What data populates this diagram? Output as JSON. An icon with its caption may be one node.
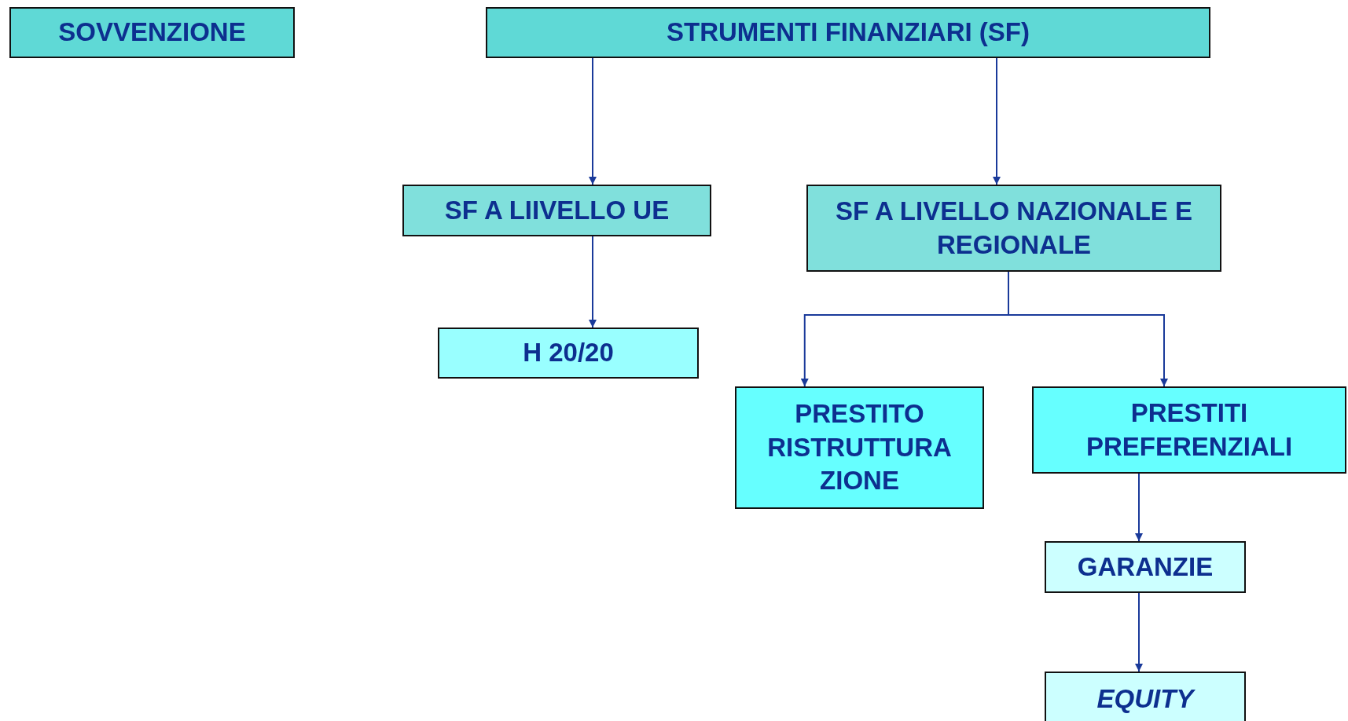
{
  "diagram": {
    "nodes": [
      {
        "text": [
          "SOVVENZIONE"
        ]
      },
      {
        "text": [
          "STRUMENTI FINANZIARI (SF)"
        ]
      },
      {
        "text": [
          "SF A LIIVELLO UE"
        ]
      },
      {
        "text": [
          "SF A LIVELLO NAZIONALE E REGIONALE"
        ]
      },
      {
        "text": [
          "H 20/20"
        ]
      },
      {
        "text": [
          "PRESTITO RISTRUTTURA ZIONE"
        ]
      },
      {
        "text": [
          "PRESTITI PREFERENZIALI"
        ]
      },
      {
        "text": [
          "GARANZIE"
        ]
      },
      {
        "text": [
          "EQUITY"
        ]
      }
    ],
    "edges": [
      {
        "from": 1,
        "to": 2,
        "arrow": "to"
      },
      {
        "from": 1,
        "to": 3,
        "arrow": "to"
      },
      {
        "from": 2,
        "to": 4,
        "arrow": "to"
      },
      {
        "from": 3,
        "to": 5,
        "arrow": "to"
      },
      {
        "from": 3,
        "to": 6,
        "arrow": "to"
      },
      {
        "from": 6,
        "to": 7,
        "arrow": "to"
      },
      {
        "from": 7,
        "to": 8,
        "arrow": "to"
      }
    ]
  }
}
